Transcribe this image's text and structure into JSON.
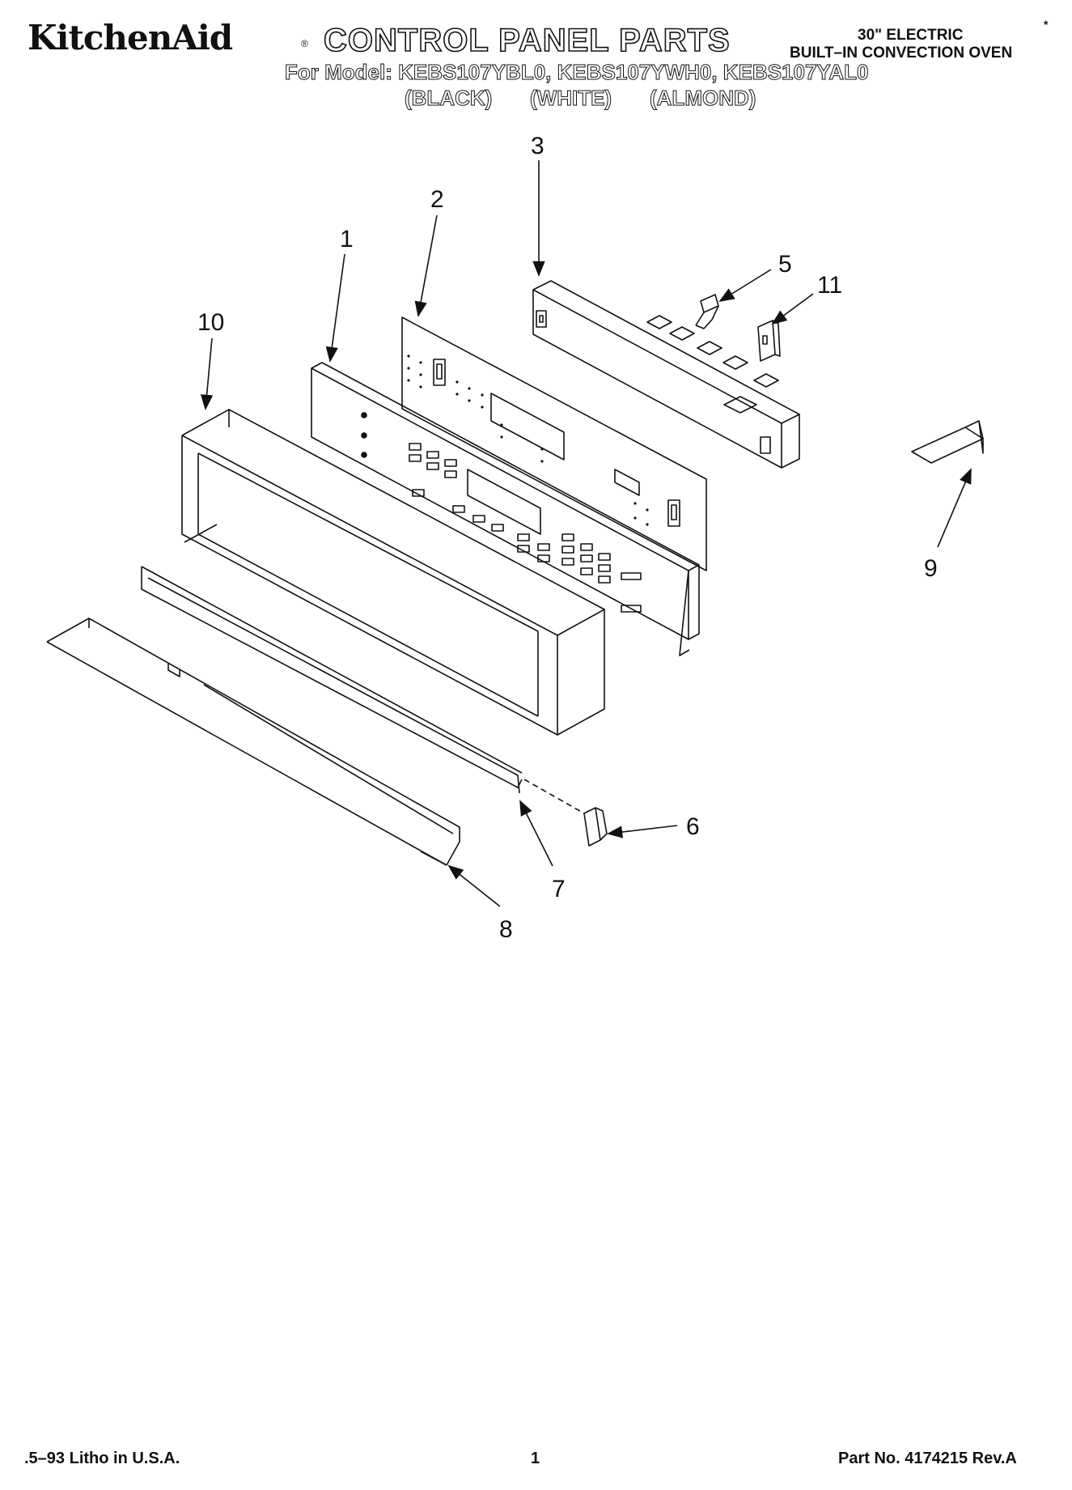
{
  "header": {
    "brand": "KitchenAid",
    "brand_mark": "®",
    "title": "CONTROL PANEL PARTS",
    "models_line": "For Model: KEBS107YBL0, KEBS107YWH0, KEBS107YAL0",
    "colors": [
      "(BLACK)",
      "(WHITE)",
      "(ALMOND)"
    ],
    "product_line1": "30\" ELECTRIC",
    "product_line2": "BUILT–IN CONVECTION OVEN",
    "corner_mark": "*"
  },
  "callouts": {
    "c1": "1",
    "c2": "2",
    "c3": "3",
    "c5": "5",
    "c6": "6",
    "c7": "7",
    "c8": "8",
    "c9": "9",
    "c10": "10",
    "c11": "11"
  },
  "footer": {
    "litho": ".5–93 Litho in U.S.A.",
    "page": "1",
    "part_no": "Part No. 4174215 Rev.A"
  },
  "colors": {
    "ink": "#111111",
    "paper": "#ffffff"
  }
}
